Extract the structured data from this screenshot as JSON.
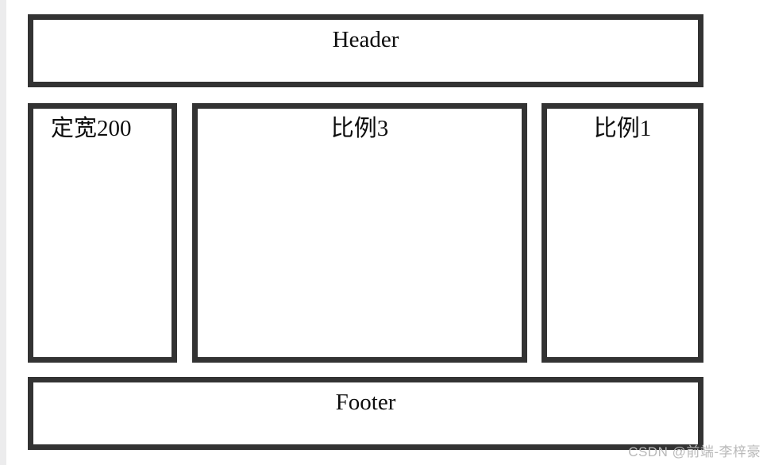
{
  "page": {
    "background_color": "#ffffff",
    "border_color": "#333333",
    "text_color": "#0d0d0d"
  },
  "header": {
    "label": "Header",
    "align": "center"
  },
  "columns": [
    {
      "name": "fixed-width-column",
      "label": "定宽200",
      "align": "left",
      "sizing": "定宽200"
    },
    {
      "name": "flex-3-column",
      "label": "比例3",
      "align": "center",
      "sizing": "比例3"
    },
    {
      "name": "flex-1-column",
      "label": "比例1",
      "align": "center",
      "sizing": "比例1"
    }
  ],
  "footer": {
    "label": "Footer",
    "align": "center"
  },
  "watermark": {
    "text": "CSDN @前端-李梓豪",
    "color": "#b9b9b9"
  }
}
